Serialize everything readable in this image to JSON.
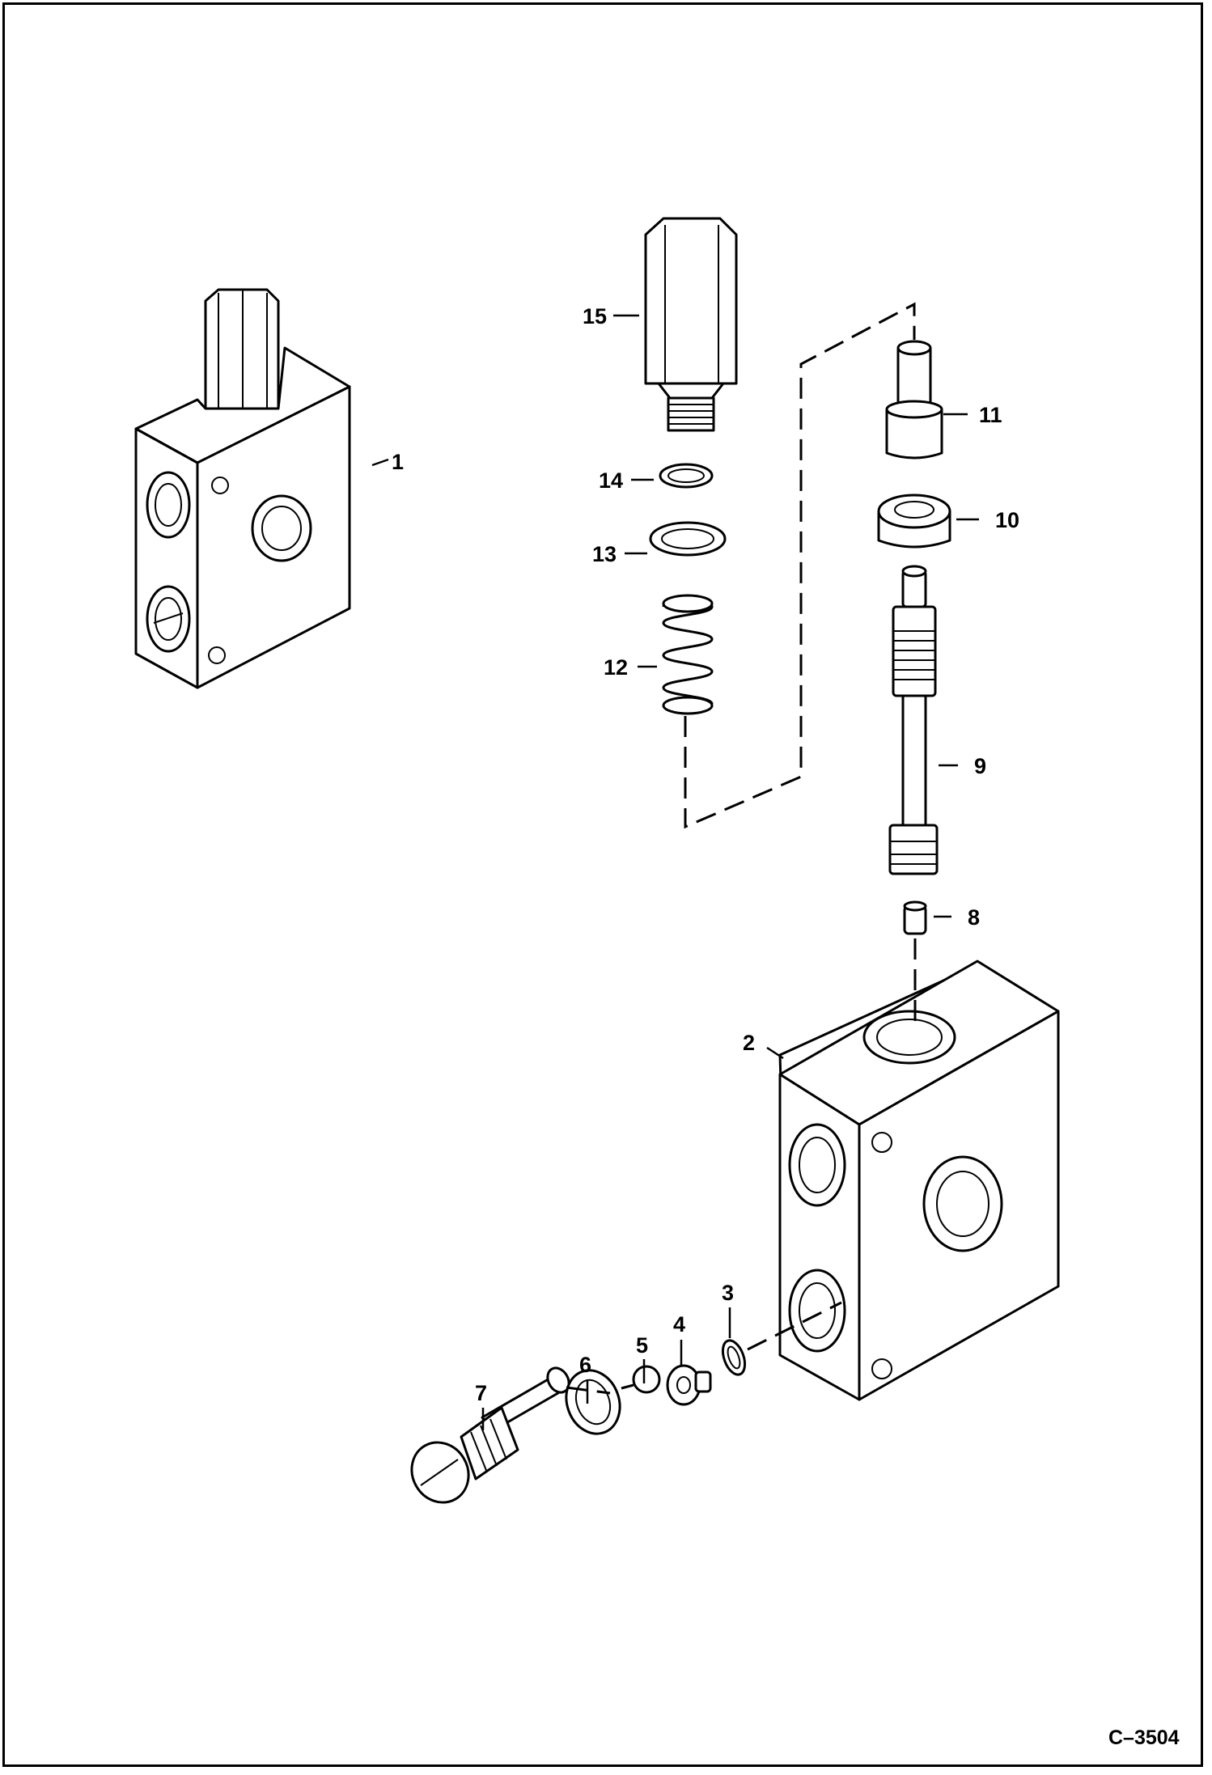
{
  "figure": {
    "id_label": "C–3504"
  },
  "callouts": [
    {
      "label": "1"
    },
    {
      "label": "2"
    },
    {
      "label": "3"
    },
    {
      "label": "4"
    },
    {
      "label": "5"
    },
    {
      "label": "6"
    },
    {
      "label": "7"
    },
    {
      "label": "8"
    },
    {
      "label": "9"
    },
    {
      "label": "10"
    },
    {
      "label": "11"
    },
    {
      "label": "12"
    },
    {
      "label": "13"
    },
    {
      "label": "14"
    },
    {
      "label": "15"
    }
  ],
  "colors": {
    "line": "#000000",
    "background": "#ffffff"
  },
  "icons": [
    "valve-block-assembled-icon",
    "valve-block-body-icon",
    "spool-icon",
    "spring-icon",
    "plug-icon",
    "seal-ring-icon",
    "ball-icon"
  ]
}
